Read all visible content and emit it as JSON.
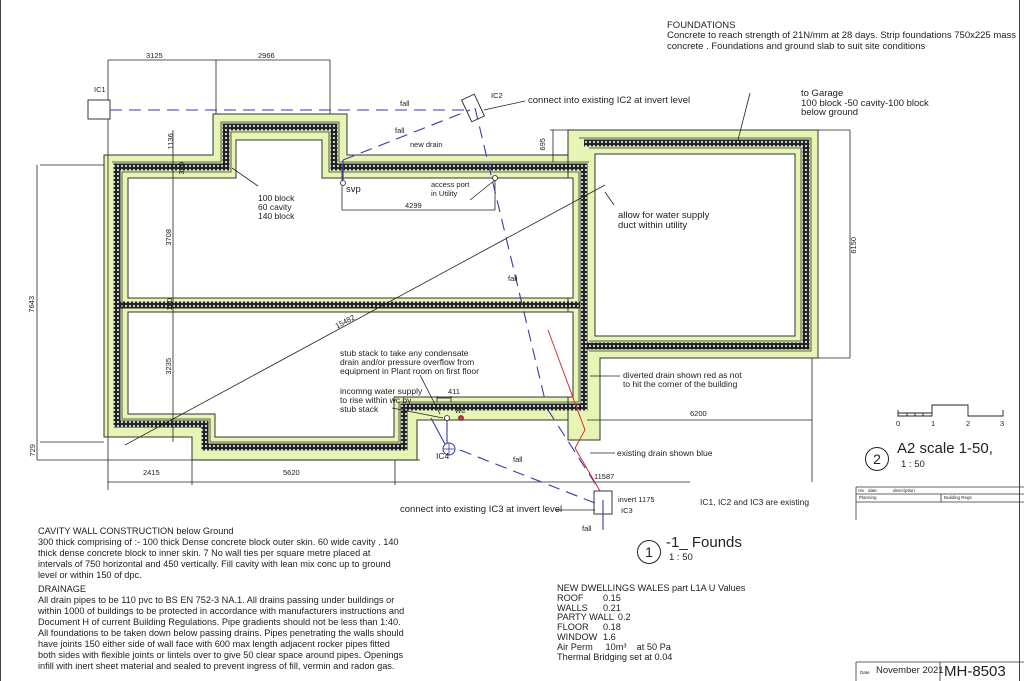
{
  "foundations": {
    "heading": "FOUNDATIONS",
    "line1": "Concrete to reach strength of 21N/mm at 28 days. Strip foundations 750x225 mass",
    "line2": "concrete . Foundations and ground slab to suit site conditions"
  },
  "labels": {
    "ic1": "IC1",
    "ic2": "IC2",
    "ic3": "IC3",
    "ic4": "IC4",
    "svp": "svp",
    "wc": "wc",
    "new_drain": "new drain",
    "fall": "fall",
    "connect_ic2": "connect into existing IC2 at invert level",
    "connect_ic3": "connect into existing IC3 at invert level",
    "invert": "invert 1175",
    "access_port_1": "access port",
    "access_port_2": "in Utility",
    "wall_spec_1": "100 block",
    "wall_spec_2": "60 cavity",
    "wall_spec_3": "140 block",
    "garage_1": "to Garage",
    "garage_2": "100 block -50 cavity-100 block",
    "garage_3": "below ground",
    "water_duct_1": "allow for water supply",
    "water_duct_2": "duct within utility",
    "stub_1": "stub stack to take any condensate",
    "stub_2": "drain and/or pressure overflow from",
    "stub_3": "equipment in Plant room on first floor",
    "incoming_1": "incomng water supply",
    "incoming_2": "to rise within  wc by",
    "incoming_3": "stub stack",
    "diverted_1": "diverted drain shown red as not",
    "diverted_2": "to hit the corner of the building",
    "existing_blue": "existing drain shown blue",
    "existing_ics": "IC1, IC2 and IC3 are existing"
  },
  "dimensions": {
    "top_left": "3125",
    "top_mid": "2966",
    "d1136": "1136",
    "d300": "300",
    "d695": "695",
    "d4299": "4299",
    "d3708": "3708",
    "d100": "100",
    "d3235": "3235",
    "d7643": "7643",
    "d729": "729",
    "d2415": "2415",
    "d5620": "5620",
    "d15482": "15482",
    "d411": "411",
    "d6200": "6200",
    "d6150": "6150",
    "d11587": "11587"
  },
  "view1": {
    "number": "1",
    "title": "-1_ Founds",
    "scale": "1 : 50"
  },
  "view2": {
    "number": "2",
    "title": "A2 scale 1-50,",
    "scale": "1 : 50"
  },
  "scale_bar": {
    "ticks": [
      "0",
      "1",
      "2",
      "3"
    ]
  },
  "cavity_wall": {
    "heading": "CAVITY WALL CONSTRUCTION   below Ground",
    "lines": [
      "300 thick comprising of :- 100 thick Dense concrete block outer skin. 60 wide cavity . 140",
      "thick dense concrete block to inner skin. 7 No wall ties per square metre  placed at",
      "intervals of 750 horizontal and 450 vertically. Fill cavity with lean mix conc up to ground",
      "level or within 150 of dpc."
    ]
  },
  "drainage": {
    "heading": "DRAINAGE",
    "lines": [
      "All drain pipes to be 110 pvc to BS EN 752-3 NA.1. All drains passing under buildings or",
      "within 1000 of buildings to be protected in accordance with manufacturers instructions and",
      "Document H of current Building Regulations. Pipe gradients should not be less than 1:40.",
      "All foundations to be taken down below passing drains. Pipes penetrating the walls should",
      "have joints 150 either side of wall face with 600 max length adjacent rocker pipes fitted",
      "both sides with flexible joints or lintels over to give 50 clear space around pipes. Openings",
      "infill with inert sheet material and sealed to prevent ingress of fill, vermin and radon gas."
    ]
  },
  "u_values": {
    "heading": "NEW DWELLINGS WALES   part L1A       U Values",
    "rows": [
      {
        "k": "ROOF",
        "v": "0.15"
      },
      {
        "k": "WALLS",
        "v": "0.21"
      },
      {
        "k": "PARTY WALL",
        "v": "0.2"
      },
      {
        "k": "FLOOR",
        "v": "0.18"
      },
      {
        "k": "WINDOW",
        "v": "1.6"
      }
    ],
    "air_perm": "Air Perm     10m³    at 50 Pa",
    "thermal": "Thermal Bridging set at 0.04"
  },
  "title_block": {
    "rev_header": [
      "rev",
      "date",
      "description"
    ],
    "planning": "Planning",
    "building_regs": "Building Regs",
    "date_label": "Date",
    "date": "November 2021",
    "drawing_no": "MH-8503"
  },
  "colors": {
    "footing": "#e6f5b4",
    "wall": "#333333",
    "existing_drain": "#3a3aa8",
    "diverted_drain": "#d43030"
  }
}
